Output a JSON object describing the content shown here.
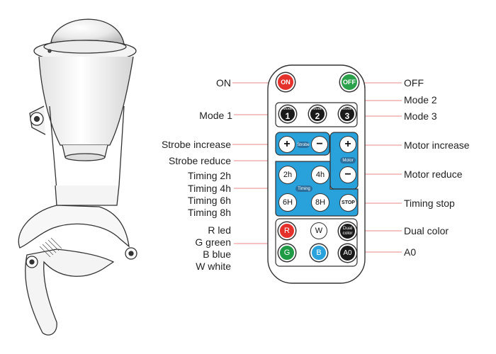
{
  "labels": {
    "on": "ON",
    "off": "OFF",
    "mode1": "Mode 1",
    "mode2": "Mode 2",
    "mode3": "Mode 3",
    "strobe_increase": "Strobe increase",
    "strobe_reduce": "Strobe reduce",
    "motor_increase": "Motor increase",
    "motor_reduce": "Motor reduce",
    "timing_2h": "Timing 2h",
    "timing_4h": "Timing 4h",
    "timing_6h": "Timing 6h",
    "timing_8h": "Timing 8h",
    "timing_stop": "Timing stop",
    "r_led": "R led",
    "g_green": "G green",
    "b_blue": "B blue",
    "w_white": "W white",
    "dual_color": "Dual color",
    "a0": "A0"
  },
  "buttons": {
    "on": "ON",
    "off": "OFF",
    "mode_word": "Mode",
    "mode1_num": "1",
    "mode2_num": "2",
    "mode3_num": "3",
    "plus": "+",
    "minus": "−",
    "strobe_pill": "Strobe",
    "motor_pill": "Motor",
    "t2h": "2h",
    "t4h": "4h",
    "t6h": "6H",
    "t8h": "8H",
    "timing_pill": "Timing",
    "stop": "STOP",
    "r": "R",
    "w": "W",
    "dual": "Dual",
    "color": "color",
    "g": "G",
    "b": "B",
    "a0": "A0"
  },
  "colors": {
    "on_red": "#e5312c",
    "off_green": "#2aa14a",
    "panel_blue": "#29a1db",
    "r_red": "#e5312c",
    "g_green": "#1f9a45",
    "b_blue": "#2aa2dc",
    "leader": "#e88a8a"
  }
}
